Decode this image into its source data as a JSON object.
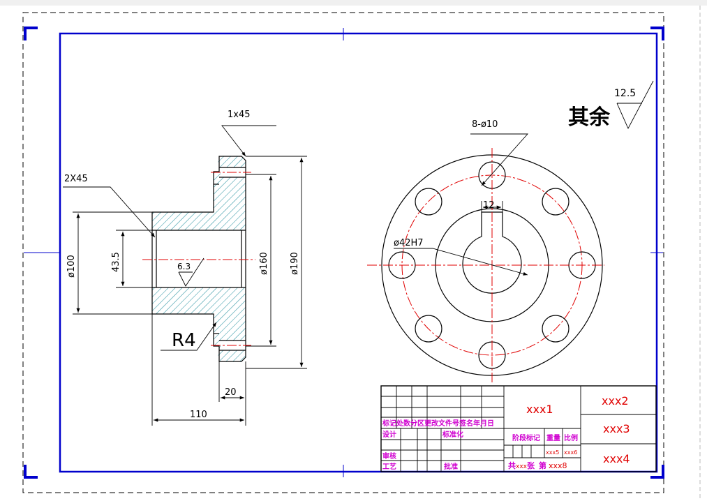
{
  "drawing": {
    "roughness_note": "其余",
    "roughness_value": "12.5",
    "section_view": {
      "chamfer_top": "1x45",
      "chamfer_left": "2X45",
      "dia_bore": "ø100",
      "bore_length": "43.5",
      "surface_roughness": "6.3",
      "dia_160": "ø160",
      "dia_190": "ø190",
      "fillet_radius": "R4",
      "flange_width": "20",
      "total_length": "110"
    },
    "front_view": {
      "holes_label": "8-ø10",
      "keyway_width": "12",
      "bore_label": "ø42H7"
    }
  },
  "title_block": {
    "headers": [
      "标记",
      "处数",
      "分区",
      "更改文件号",
      "签名",
      "年月日"
    ],
    "header_text": "标记处数分区更改文件号签名年月日",
    "design": "设计",
    "standardization": "标准化",
    "review": "审核",
    "process": "工艺",
    "approve": "批准",
    "stage_mark": "阶段标记",
    "weight": "重量",
    "scale": "比例",
    "field_1": "xxx1",
    "field_2": "xxx2",
    "field_3": "xxx3",
    "field_4": "xxx4",
    "field_5": "xxx5",
    "field_6": "xxx6",
    "sheets_text": "共xxx张 第 xxx8",
    "sheet_total_label": "共",
    "sheet_total_value": "xxx",
    "sheet_unit": "张",
    "sheet_current_label": "第",
    "sheet_current_value": "xxx8"
  },
  "colors": {
    "frame_blue": "#0000cc",
    "centerline_red": "#e00000",
    "title_magenta": "#d000d0",
    "line_black": "#000000"
  }
}
